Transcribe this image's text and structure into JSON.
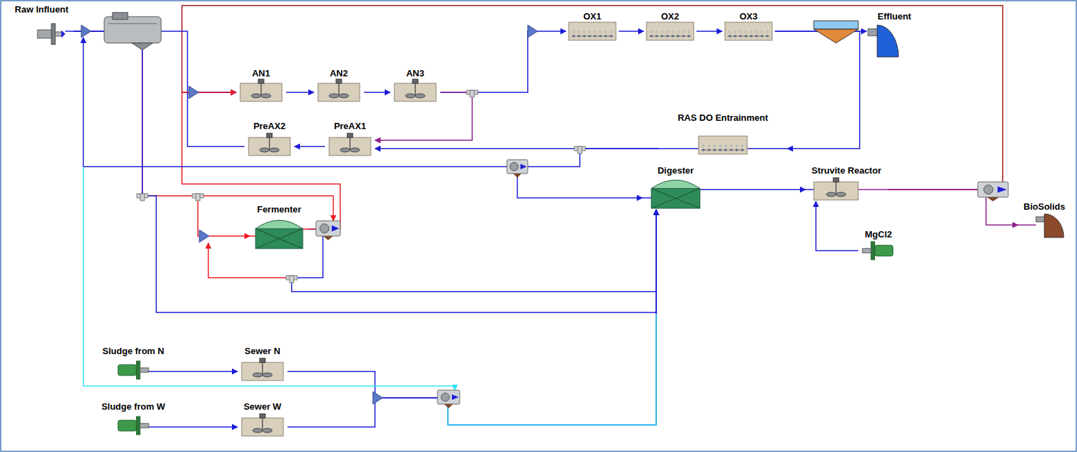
{
  "diagram": {
    "nodes": [
      {
        "text": [
          "Raw Influent"
        ]
      },
      {
        "text": [
          "AN1"
        ]
      },
      {
        "text": [
          "AN2"
        ]
      },
      {
        "text": [
          "AN3"
        ]
      },
      {
        "text": [
          "OX1"
        ]
      },
      {
        "text": [
          "OX2"
        ]
      },
      {
        "text": [
          "OX3"
        ]
      },
      {
        "text": [
          "Effluent"
        ]
      },
      {
        "text": [
          "PreAX2"
        ]
      },
      {
        "text": [
          "PreAX1"
        ]
      },
      {
        "text": [
          "RAS DO Entrainment"
        ]
      },
      {
        "text": [
          "Digester"
        ]
      },
      {
        "text": [
          "Struvite Reactor"
        ]
      },
      {
        "text": [
          "BioSolids"
        ]
      },
      {
        "text": [
          "MgCl2"
        ]
      },
      {
        "text": [
          "Fermenter"
        ]
      },
      {
        "text": [
          "Sludge from N"
        ]
      },
      {
        "text": [
          "Sewer N"
        ]
      },
      {
        "text": [
          "Sludge from W"
        ]
      },
      {
        "text": [
          "Sewer W"
        ]
      }
    ],
    "edges": [
      {
        "from": 0,
        "to": 1,
        "arrow": "to"
      },
      {
        "from": 1,
        "to": 2,
        "arrow": "to"
      },
      {
        "from": 2,
        "to": 3,
        "arrow": "to"
      },
      {
        "from": 3,
        "to": 4,
        "arrow": "to"
      },
      {
        "from": 3,
        "to": 9,
        "arrow": "to"
      },
      {
        "from": 4,
        "to": 5,
        "arrow": "to"
      },
      {
        "from": 5,
        "to": 6,
        "arrow": "to"
      },
      {
        "from": 6,
        "to": 7,
        "arrow": "to"
      },
      {
        "from": 6,
        "to": 10,
        "arrow": "to"
      },
      {
        "from": 10,
        "to": 9,
        "arrow": "to"
      },
      {
        "from": 9,
        "to": 8,
        "arrow": "to"
      },
      {
        "from": 8,
        "to": 1,
        "arrow": "to"
      },
      {
        "from": 10,
        "to": 11,
        "arrow": "to"
      },
      {
        "from": 11,
        "to": 12,
        "arrow": "to"
      },
      {
        "from": 14,
        "to": 12,
        "arrow": "to"
      },
      {
        "from": 12,
        "to": 13,
        "arrow": "to"
      },
      {
        "from": 12,
        "to": 1,
        "arrow": "to"
      },
      {
        "from": 0,
        "to": 15,
        "arrow": "to"
      },
      {
        "from": 0,
        "to": 11,
        "arrow": "to"
      },
      {
        "from": 15,
        "to": 11,
        "arrow": "to"
      },
      {
        "from": 15,
        "to": 1,
        "arrow": "to"
      },
      {
        "from": 16,
        "to": 17,
        "arrow": "to"
      },
      {
        "from": 18,
        "to": 19,
        "arrow": "to"
      },
      {
        "from": 17,
        "to": 11,
        "arrow": "to"
      },
      {
        "from": 19,
        "to": 11,
        "arrow": "to"
      }
    ]
  }
}
